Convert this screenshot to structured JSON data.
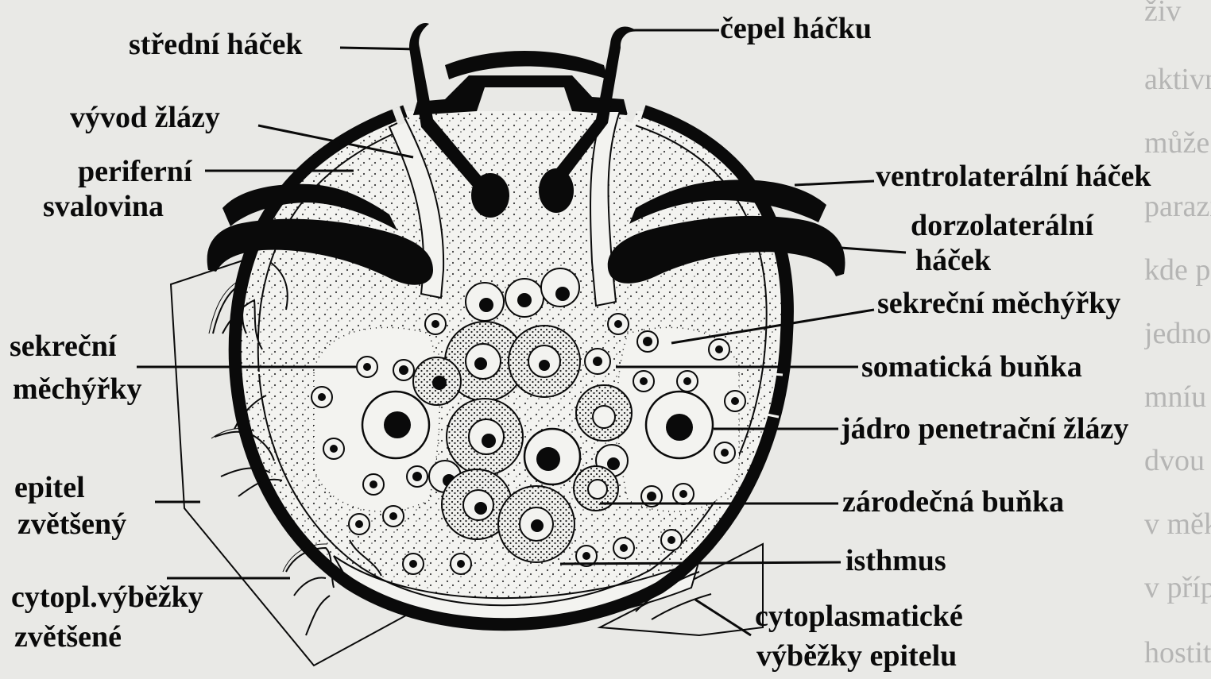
{
  "background_text": [
    "živ",
    "aktivně nemo",
    "může být",
    "paraziti",
    "kde pohl",
    "jednotliv",
    "mníu",
    "dvou fázích",
    "v měkký",
    "v případě",
    "hostitel"
  ],
  "labels": {
    "stredni_hacek": "střední háček",
    "cepel_hacku": "čepel háčku",
    "vyvod_zlazy": "vývod žlázy",
    "periferni_svalovina_1": "periferní",
    "periferni_svalovina_2": "svalovina",
    "ventrolateralni_hacek": "ventrolaterální háček",
    "dorzolateralni_hacek_1": "dorzolaterální",
    "dorzolateralni_hacek_2": "háček",
    "sekrecni_mechyrky_right": "sekreční měchýřky",
    "sekrecni_mechyrky_left_1": "sekreční",
    "sekrecni_mechyrky_left_2": "měchýřky",
    "somaticka_bunka": "somatická buňka",
    "jadro_penetracni_zlazy": "jádro penetrační žlázy",
    "epitel_zvetseny_1": "epitel",
    "epitel_zvetseny_2": "zvětšený",
    "zarodecna_bunka": "zárodečná buňka",
    "isthmus": "isthmus",
    "cytopl_vybezky_1": "cytopl.výběžky",
    "cytopl_vybezky_2": "zvětšené",
    "cytoplasmaticke_1": "cytoplasmatické",
    "cytoplasmaticke_2": "výběžky epitelu"
  },
  "colors": {
    "ink": "#0a0a0a",
    "paper": "#e9e9e6",
    "cell_fill": "#f3f3f0",
    "stipple": "#3a3a3a"
  }
}
